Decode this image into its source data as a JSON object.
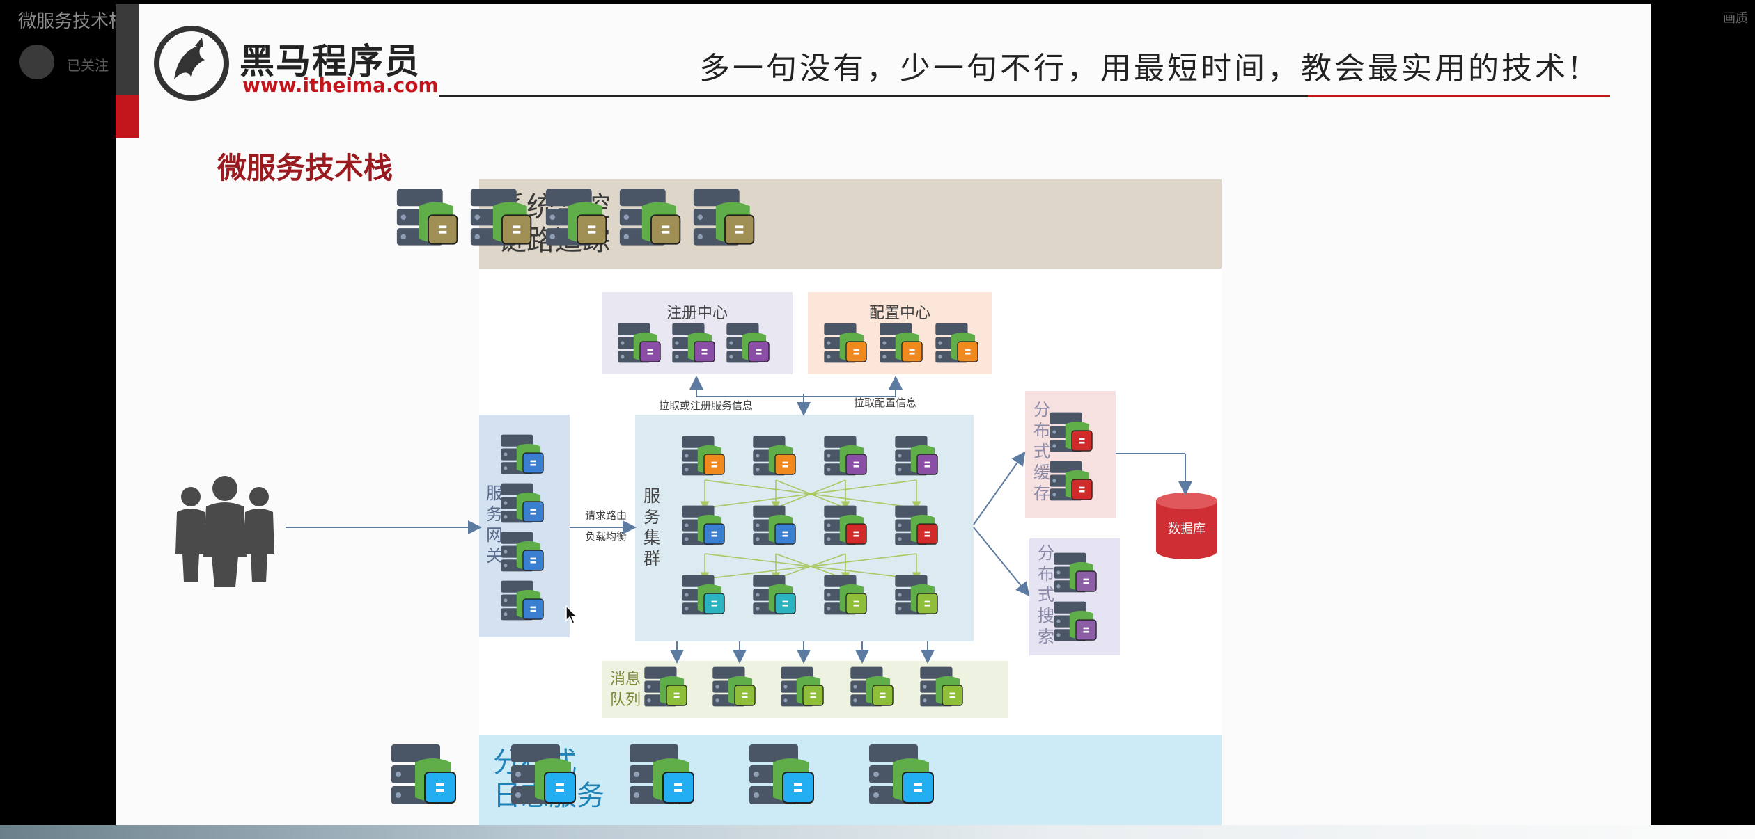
{
  "player": {
    "video_title": "微服务技术栈",
    "follow_label": "已关注",
    "corner_tag": "画质"
  },
  "slide": {
    "brand_name": "黑马程序员",
    "brand_url": "www.itheima.com",
    "slogan": "多一句没有，少一句不行，用最短时间，教会最实用的技术!",
    "heading": "微服务技术栈"
  },
  "diagram": {
    "monitor_title_line1": "系统监控",
    "monitor_title_line2": "链路追踪",
    "registry_title": "注册中心",
    "config_title": "配置中心",
    "pull_register_label": "拉取或注册服务信息",
    "pull_config_label": "拉取配置信息",
    "gateway_label": "服务网关",
    "route_label": "请求路由",
    "lb_label": "负载均衡",
    "cluster_label": "服务集群",
    "cache_label": "分布式缓存",
    "search_label": "分布式搜索",
    "database_label": "数据库",
    "mq_label_line1": "消息",
    "mq_label_line2": "队列",
    "log_title_line1": "分布式",
    "log_title_line2": "日志服务"
  },
  "colors": {
    "brand_red": "#c3161c",
    "heading_red": "#9a1b1f",
    "server_body": "#4a5566",
    "monitor_badge": "#a08f55",
    "registry_badge": "#8b4ea6",
    "config_badge": "#f08a1f",
    "gateway_badge": "#3b7fd0",
    "cache_badge": "#d12a2a",
    "search_badge": "#8b5ea6",
    "mq_badge": "#8fbf3a",
    "log_badge": "#22aef0",
    "database": "#cf2f34"
  },
  "icons": [
    "server-icon",
    "users-icon",
    "database-icon",
    "cursor-icon",
    "logo-horse-icon"
  ]
}
